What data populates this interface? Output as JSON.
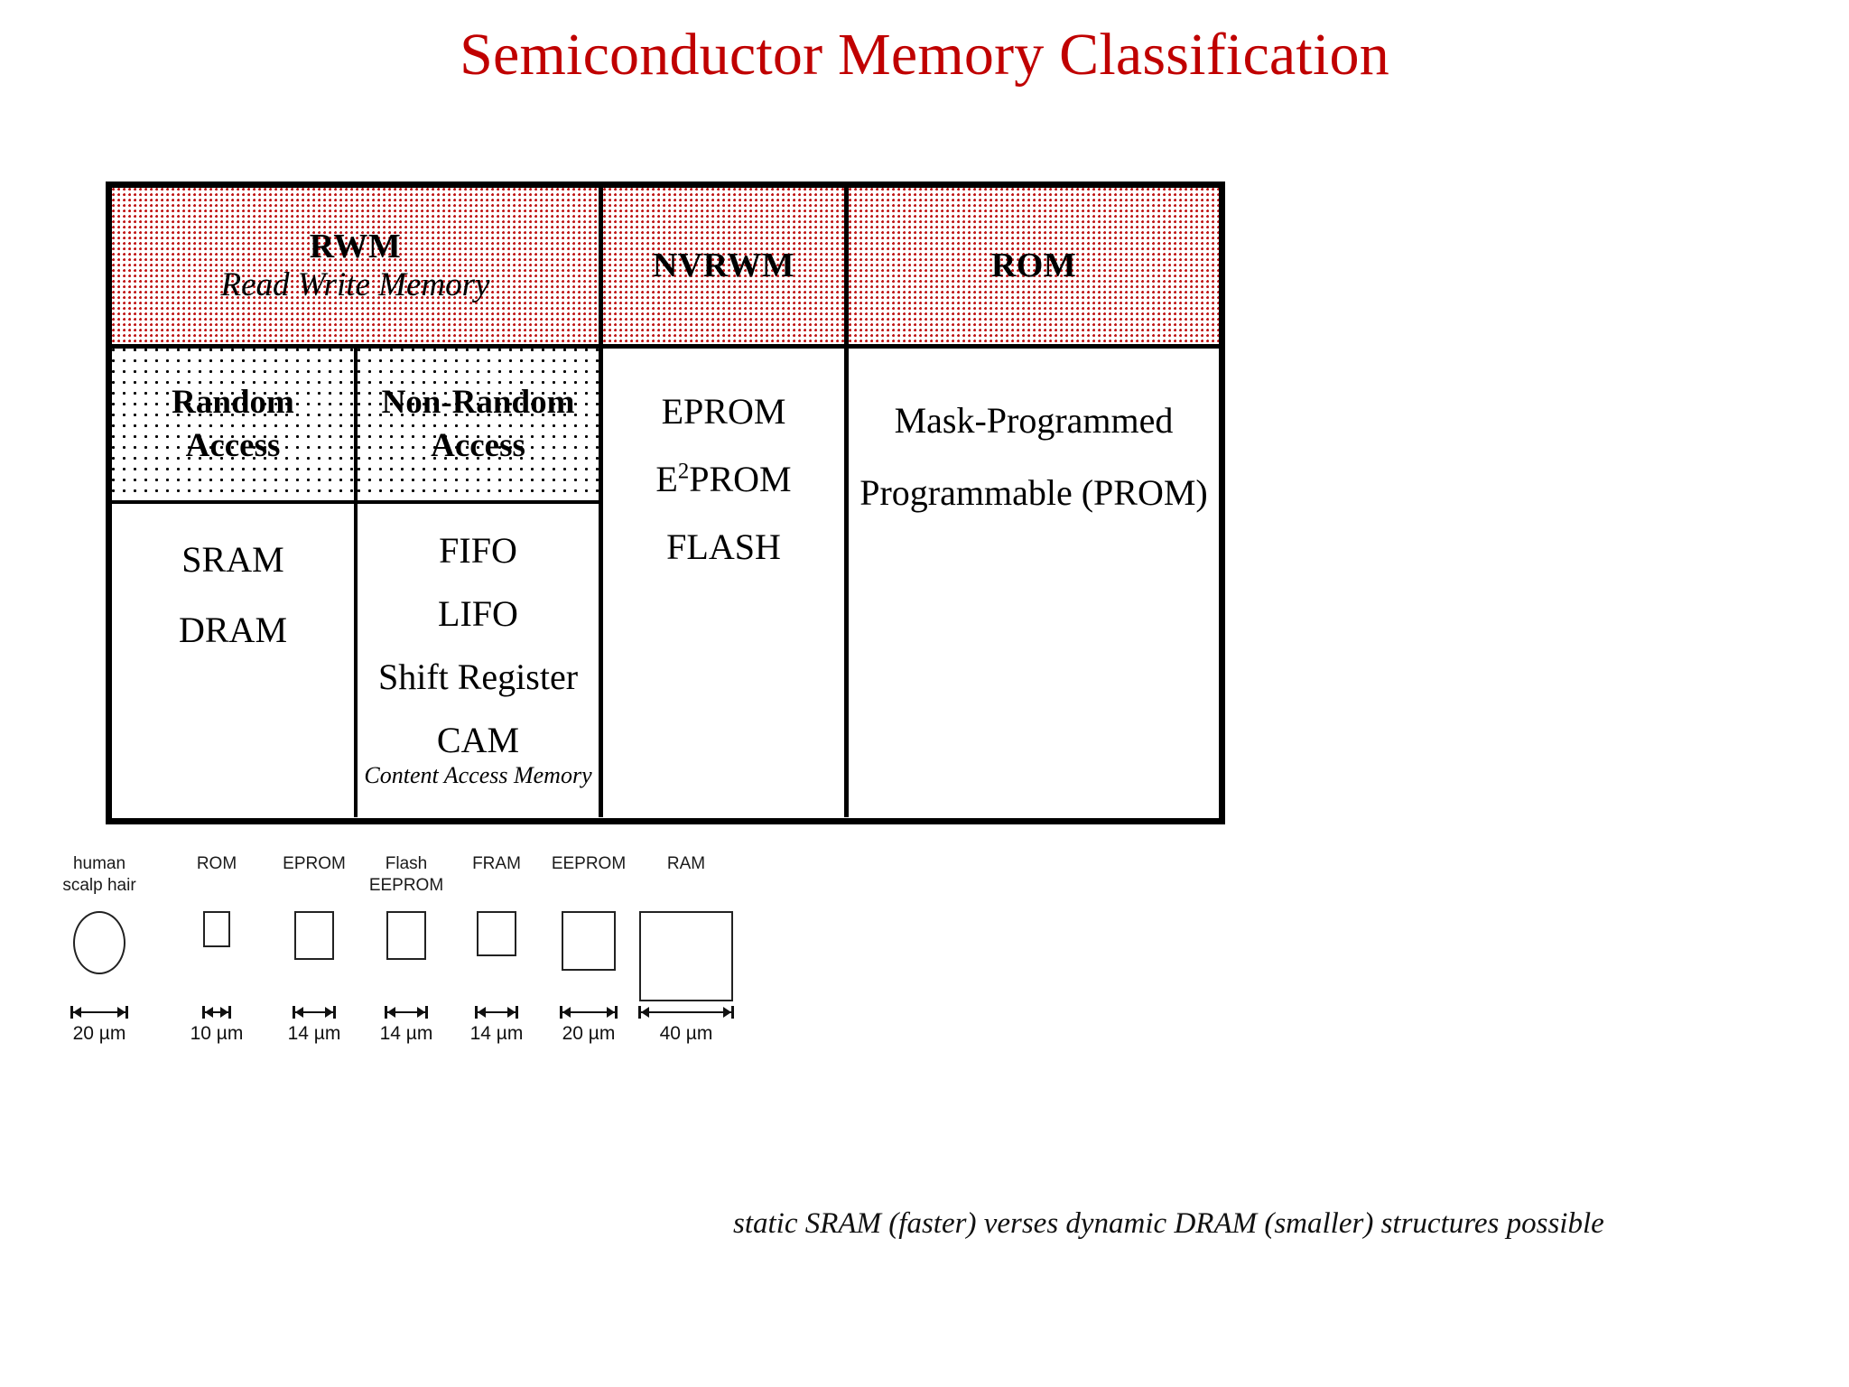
{
  "title": "Semiconductor Memory Classification",
  "accent_color": "#C00000",
  "table": {
    "header": {
      "rwm": {
        "abbr": "RWM",
        "expansion": "Read Write Memory"
      },
      "nvrwm": {
        "abbr": "NVRWM"
      },
      "rom": {
        "abbr": "ROM"
      }
    },
    "subheader": {
      "random": "Random\nAccess",
      "random_line1": "Random",
      "random_line2": "Access",
      "nonrandom_line1": "Non-Random",
      "nonrandom_line2": "Access"
    },
    "random_access_items": [
      "SRAM",
      "DRAM"
    ],
    "nonrandom_access_items": [
      "FIFO",
      "LIFO",
      "Shift Register",
      "CAM"
    ],
    "nonrandom_access_note": "Content Access Memory",
    "nvrwm_items": [
      {
        "text": "EPROM",
        "sup": ""
      },
      {
        "prefix": "E",
        "sup": "2",
        "suffix": "PROM"
      },
      {
        "text": "FLASH",
        "sup": ""
      }
    ],
    "nvrwm_item_1": "EPROM",
    "nvrwm_item_2_prefix": "E",
    "nvrwm_item_2_sup": "2",
    "nvrwm_item_2_suffix": "PROM",
    "nvrwm_item_3": "FLASH",
    "rom_items": [
      "Mask-Programmed",
      "Programmable (PROM)"
    ]
  },
  "size_diagram": {
    "columns": [
      {
        "name": "human-scalp-hair",
        "label_line1": "human",
        "label_line2": "scalp hair",
        "shape": "ellipse",
        "dimension": "20 µm"
      },
      {
        "name": "rom",
        "label_line1": "ROM",
        "label_line2": "",
        "shape": "rect",
        "dimension": "10 µm"
      },
      {
        "name": "eprom",
        "label_line1": "EPROM",
        "label_line2": "",
        "shape": "rect",
        "dimension": "14 µm"
      },
      {
        "name": "flash-eeprom",
        "label_line1": "Flash",
        "label_line2": "EEPROM",
        "shape": "rect",
        "dimension": "14 µm"
      },
      {
        "name": "fram",
        "label_line1": "FRAM",
        "label_line2": "",
        "shape": "rect",
        "dimension": "14 µm"
      },
      {
        "name": "eeprom",
        "label_line1": "EEPROM",
        "label_line2": "",
        "shape": "rect",
        "dimension": "20 µm"
      },
      {
        "name": "ram",
        "label_line1": "RAM",
        "label_line2": "",
        "shape": "rect",
        "dimension": "40 µm"
      }
    ]
  },
  "caption": "static SRAM (faster) verses dynamic DRAM (smaller) structures possible"
}
